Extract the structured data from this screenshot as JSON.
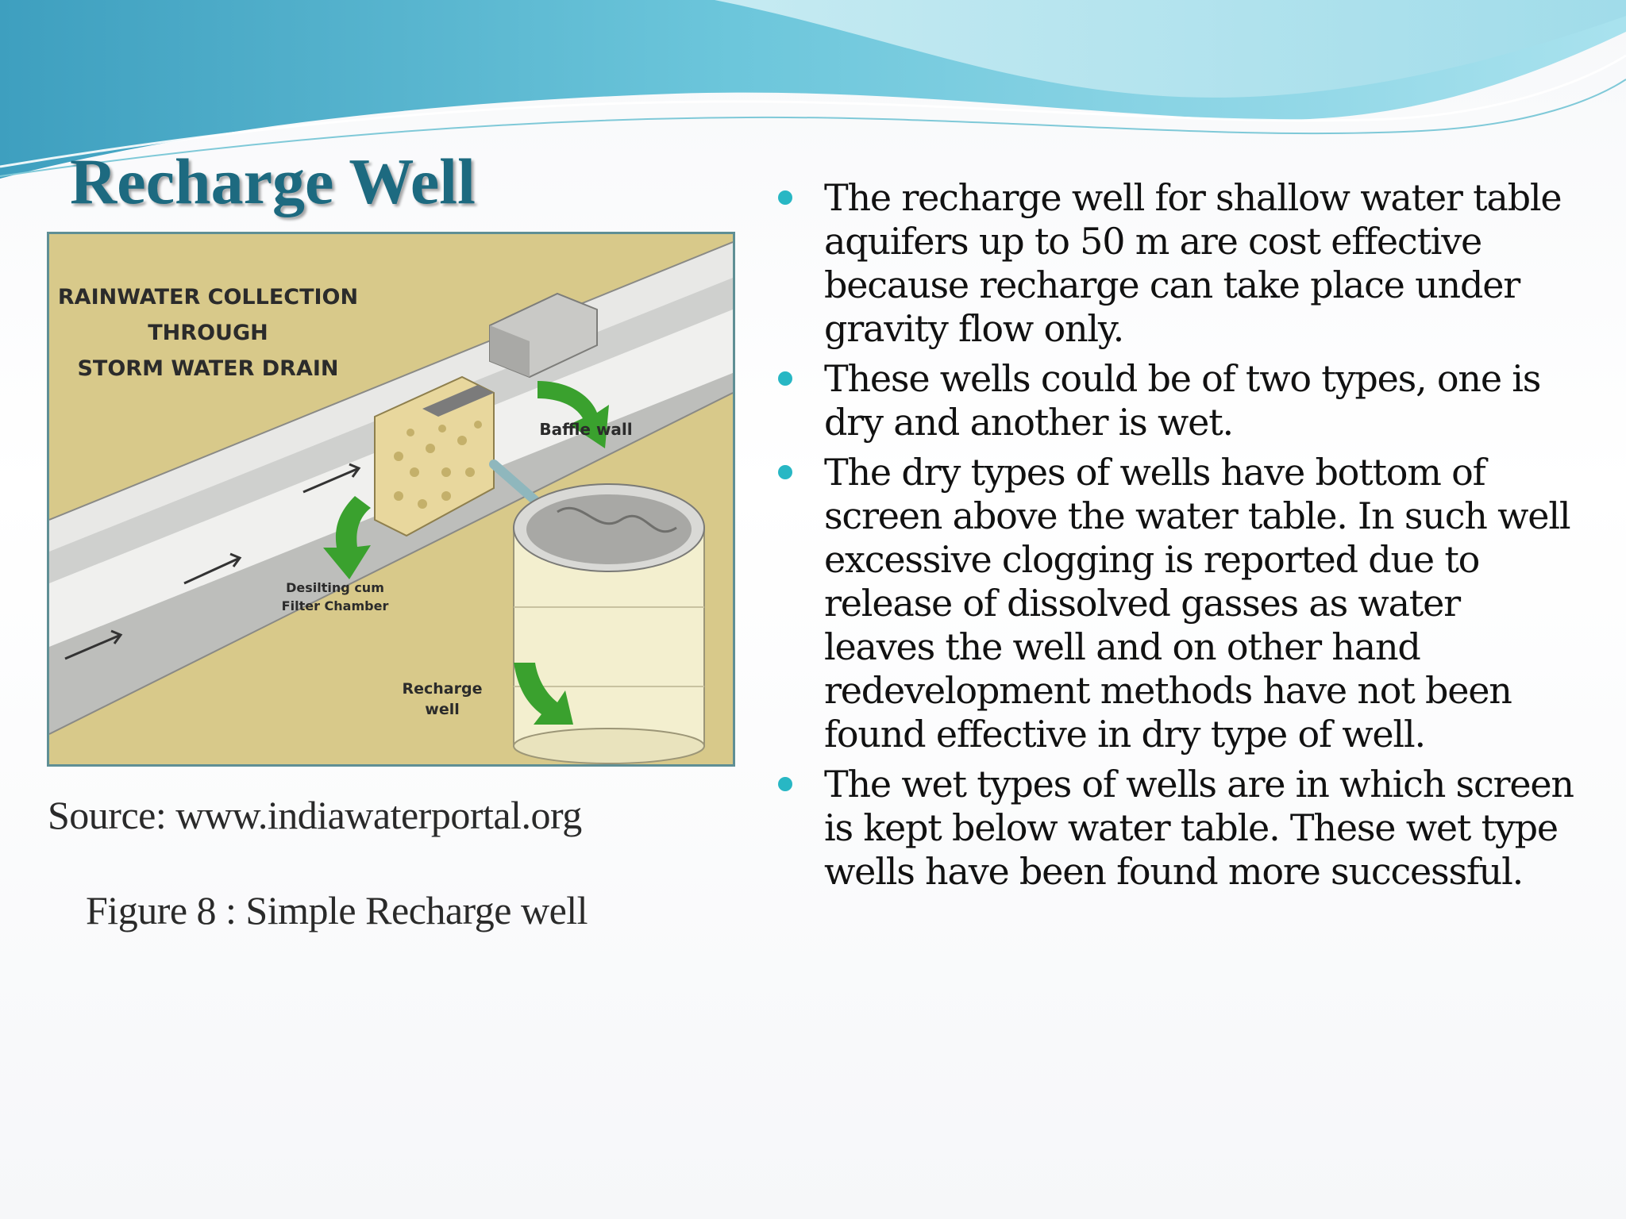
{
  "slide": {
    "title": "Recharge Well",
    "figure": {
      "labels": {
        "collection_line1": "RAINWATER COLLECTION",
        "collection_line2": "THROUGH",
        "collection_line3": "STORM WATER DRAIN",
        "baffle": "Baffle wall",
        "desilting_line1": "Desilting cum",
        "desilting_line2": "Filter Chamber",
        "recharge_line1": "Recharge",
        "recharge_line2": "well"
      }
    },
    "source": "Source:  www.indiawaterportal.org",
    "caption": "Figure 8 : Simple Recharge well",
    "bullets": [
      "The recharge  well for shallow  water table  aquifers up to  50 m are cost effective because recharge  can take place  under gravity flow only.",
      "These wells could be of two types, one is dry and another is wet.",
      "The dry types of wells have bottom of screen above the water table. In such well excessive clogging is reported due to release  of dissolved gasses as water leaves the well and on other hand redevelopment  methods have not been found effective in dry type of well.",
      "The wet types of wells are  in which screen is kept below water table. These wet type wells have been found more successful."
    ]
  },
  "colors": {
    "title": "#1d6a80",
    "bullet": "#28b7c4",
    "wave_dark": "#4fb3cf",
    "wave_light": "#bfe9f2",
    "figure_background": "#d8c98a",
    "arrow_green": "#3aa12e"
  }
}
